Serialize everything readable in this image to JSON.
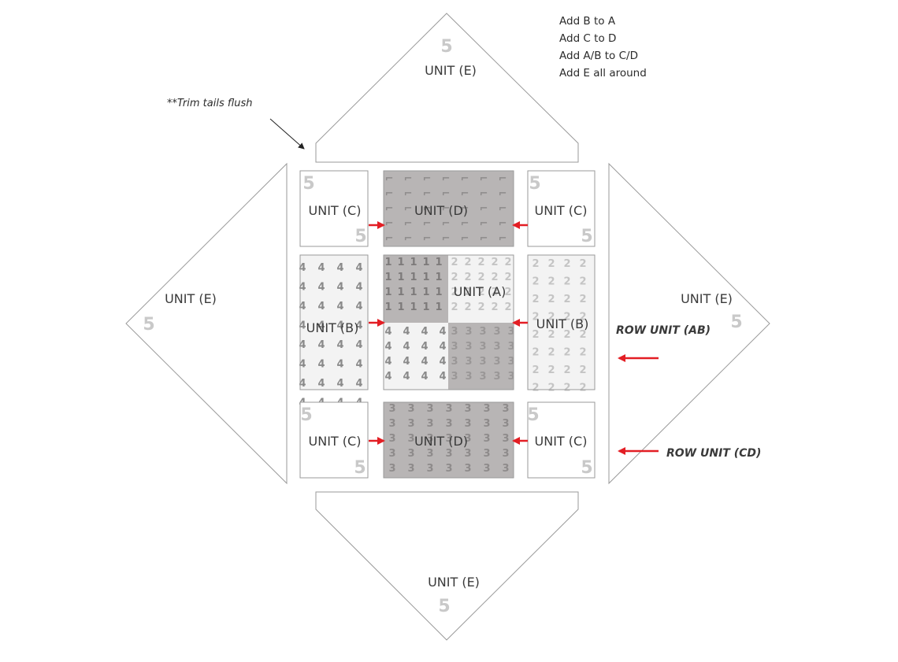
{
  "instructions": [
    "Add B to A",
    "Add C to D",
    "Add A/B to C/D",
    "Add E all around"
  ],
  "note": "**Trim tails flush",
  "labels": {
    "unit_a": "UNIT (A)",
    "unit_b": "UNIT (B)",
    "unit_c": "UNIT (C)",
    "unit_d": "UNIT (D)",
    "unit_e": "UNIT (E)",
    "row_ab": "ROW UNIT (AB)",
    "row_cd": "ROW UNIT (CD)"
  },
  "marks": {
    "one": "1",
    "two": "2",
    "three": "3",
    "four": "4",
    "five": "5",
    "dash": "⌐"
  },
  "colors": {
    "outline": "#9a9a9a",
    "dark_fill": "#b8b5b5",
    "light_fill": "#f3f3f3",
    "arrow": "#e31e24",
    "five": "#c9c9c9"
  }
}
